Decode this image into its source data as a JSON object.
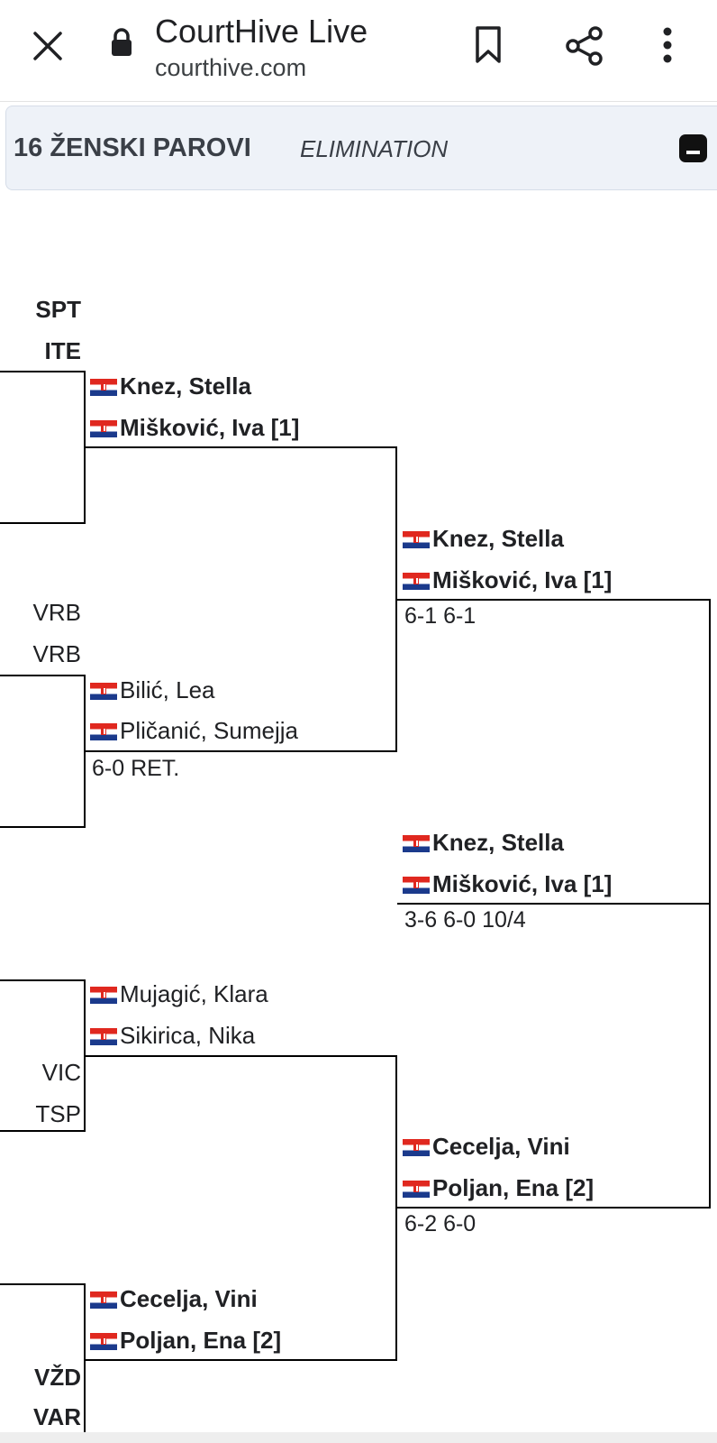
{
  "browser": {
    "title": "CourtHive Live",
    "url": "courthive.com",
    "icons": [
      "close-icon",
      "lock-icon",
      "bookmark-icon",
      "share-icon",
      "more-vertical-icon"
    ]
  },
  "event": {
    "title": "16 ŽENSKI PAROVI",
    "type": "ELIMINATION"
  },
  "colors": {
    "flag_red": "#e0281f",
    "flag_white": "#ffffff",
    "flag_blue": "#1b3a8c",
    "card_bg": "#eef2f8"
  },
  "bracket": {
    "round1": [
      {
        "clubs": [
          "SPT",
          "ITE"
        ],
        "players": [
          "Knez, Stella",
          "Mišković, Iva [1]"
        ],
        "score": ""
      },
      {
        "clubs": [
          "VRB",
          "VRB"
        ],
        "players": [
          "Bilić, Lea",
          "Pličanić, Sumejja"
        ],
        "score": "6-0 RET."
      },
      {
        "clubs": [
          "VIC",
          "TSP"
        ],
        "players": [
          "Mujagić, Klara",
          "Sikirica, Nika"
        ],
        "score": ""
      },
      {
        "clubs": [
          "VŽD",
          "VAR"
        ],
        "players": [
          "Cecelja, Vini",
          "Poljan, Ena [2]"
        ],
        "score": ""
      }
    ],
    "round2": [
      {
        "players": [
          "Knez, Stella",
          "Mišković, Iva [1]"
        ],
        "score": "6-1 6-1"
      },
      {
        "players": [
          "Cecelja, Vini",
          "Poljan, Ena [2]"
        ],
        "score": "6-2 6-0"
      }
    ],
    "final": {
      "players": [
        "Knez, Stella",
        "Mišković, Iva [1]"
      ],
      "score": "3-6 6-0 10/4"
    }
  }
}
